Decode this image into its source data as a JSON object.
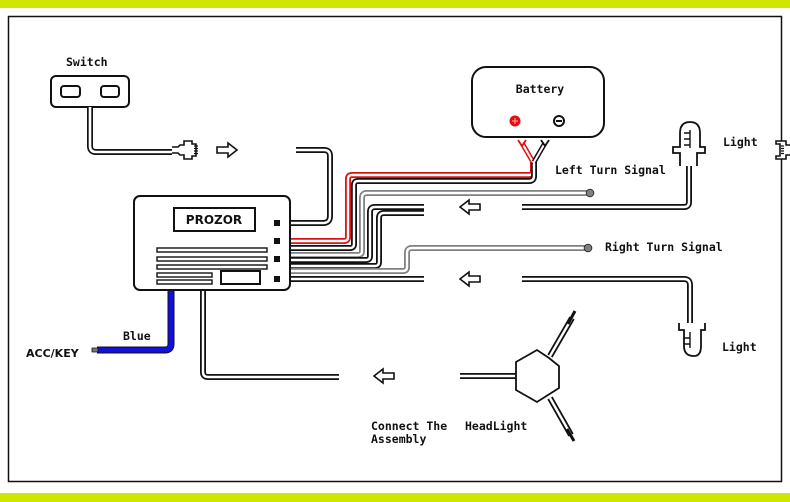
{
  "diagram": {
    "colors": {
      "band": "#cfe600",
      "wire_black": "#111111",
      "wire_red": "#e01010",
      "wire_gray": "#808080",
      "wire_blue": "#1010e0"
    },
    "labels": {
      "switch": "Switch",
      "battery": "Battery",
      "module": "PROZOR",
      "left_turn_signal": "Left Turn Signal",
      "right_turn_signal": "Right Turn Signal",
      "light_top": "Light",
      "light_bottom": "Light",
      "blue_wire": "Blue",
      "acc_key": "ACC/KEY",
      "connect_line1": "Connect The",
      "connect_line2": "Assembly",
      "headlight": "HeadLight"
    },
    "battery_terminals": {
      "positive": "⊕",
      "negative": "⊖"
    }
  }
}
